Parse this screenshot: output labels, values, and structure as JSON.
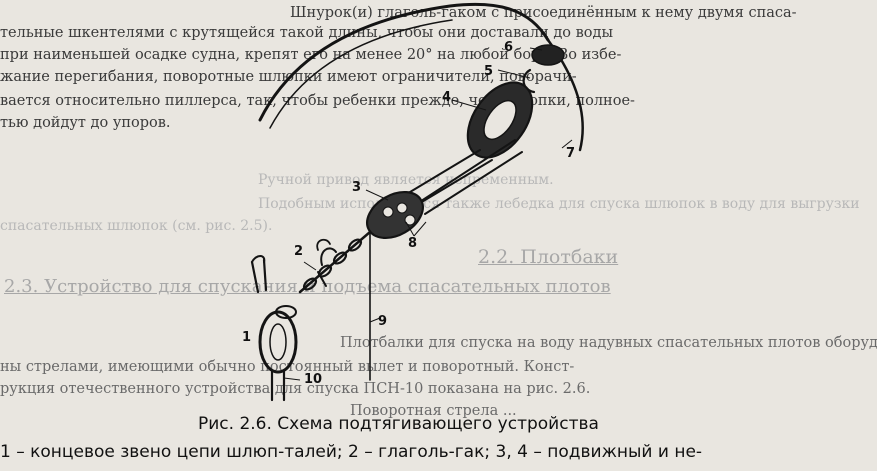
{
  "top_paragraph": [
    "Шнурок(и) глаголь-гаком с присоединённым к нему двумя спаса-",
    "тельные шкентелями с крутящейся такой длины, чтобы они доставали до воды",
    "при наименьшей осадке судна, крепят его на менее 20° на любой борт. Во избе-",
    "жание перегибания, поворотные шлюпки имеют ограничители, поворачи-",
    "вается относительно пиллерса, так, чтобы ребенки прежде, чем шлюпки, полное-",
    "тью дойдут до упоров."
  ],
  "right_faint": [
    "Ручной привод является непременным.",
    "Подобным используется также лебедка для спуска шлюпок в воду для выгрузки",
    "спасательных шлюпок (см. рис. 2.5)."
  ],
  "heading_22": "2.2. Плотбаки",
  "heading_23": "2.3. Устройство для спускания и подъема спасательных плотов",
  "bottom_paragraph": [
    "Плотбалки для спуска на воду надувных спасательных плотов оборудова-",
    "ны стрелами, имеющими обычно постоянный вылет и поворотный. Конст-",
    "рукция отечественного устройства для спуска ПСН-10 показана на рис. 2.6.",
    "Поворотная стрела ..."
  ],
  "figure": {
    "labels": [
      "1",
      "2",
      "3",
      "4",
      "5",
      "6",
      "7",
      "8",
      "9",
      "10"
    ]
  },
  "caption": "Рис. 2.6. Схема подтягивающего устройства",
  "legend_line": "1 – концевое звено цепи шлюп-талей; 2 – глаголь-гак; 3, 4 – подвижный и не-"
}
